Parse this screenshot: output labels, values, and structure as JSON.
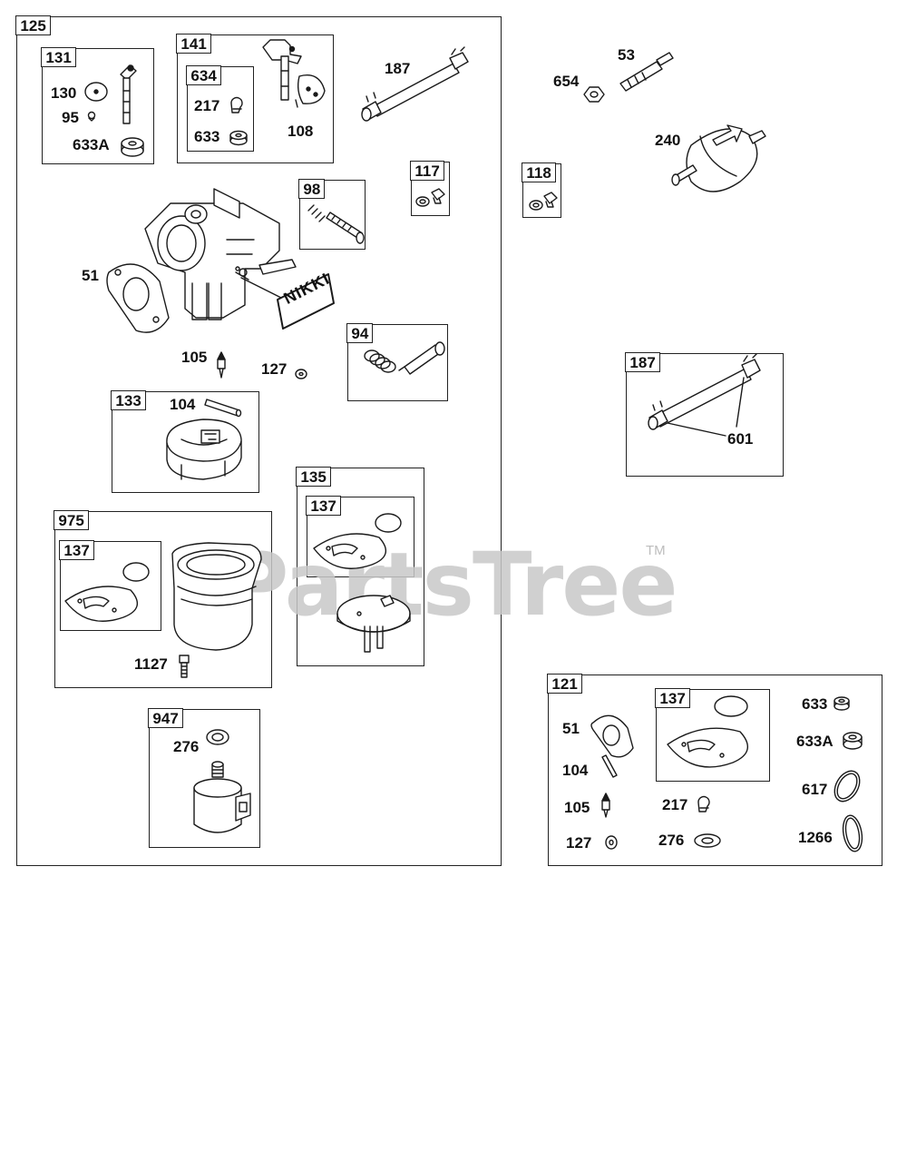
{
  "boxes": {
    "b125": "125",
    "b131": "131",
    "b141": "141",
    "b634": "634",
    "b98": "98",
    "b117": "117",
    "b118": "118",
    "b94": "94",
    "b133": "133",
    "b135": "135",
    "b137a": "137",
    "b975": "975",
    "b137b": "137",
    "b947": "947",
    "b187": "187",
    "b121": "121",
    "b137c": "137"
  },
  "labels": {
    "l130": "130",
    "l95": "95",
    "l633a_1": "633A",
    "l217_1": "217",
    "l633_1": "633",
    "l108": "108",
    "l187_1": "187",
    "l654": "654",
    "l53": "53",
    "l240": "240",
    "l51_1": "51",
    "l105_1": "105",
    "l127_1": "127",
    "l104_1": "104",
    "l601": "601",
    "l1127": "1127",
    "l276_1": "276",
    "l51_2": "51",
    "l104_2": "104",
    "l105_2": "105",
    "l127_2": "127",
    "l217_2": "217",
    "l276_2": "276",
    "l633_2": "633",
    "l633a_2": "633A",
    "l617": "617",
    "l1266": "1266"
  },
  "brand": {
    "nikki": "NIKKI"
  },
  "watermark": {
    "text": "PartsTree",
    "tm": "TM"
  }
}
